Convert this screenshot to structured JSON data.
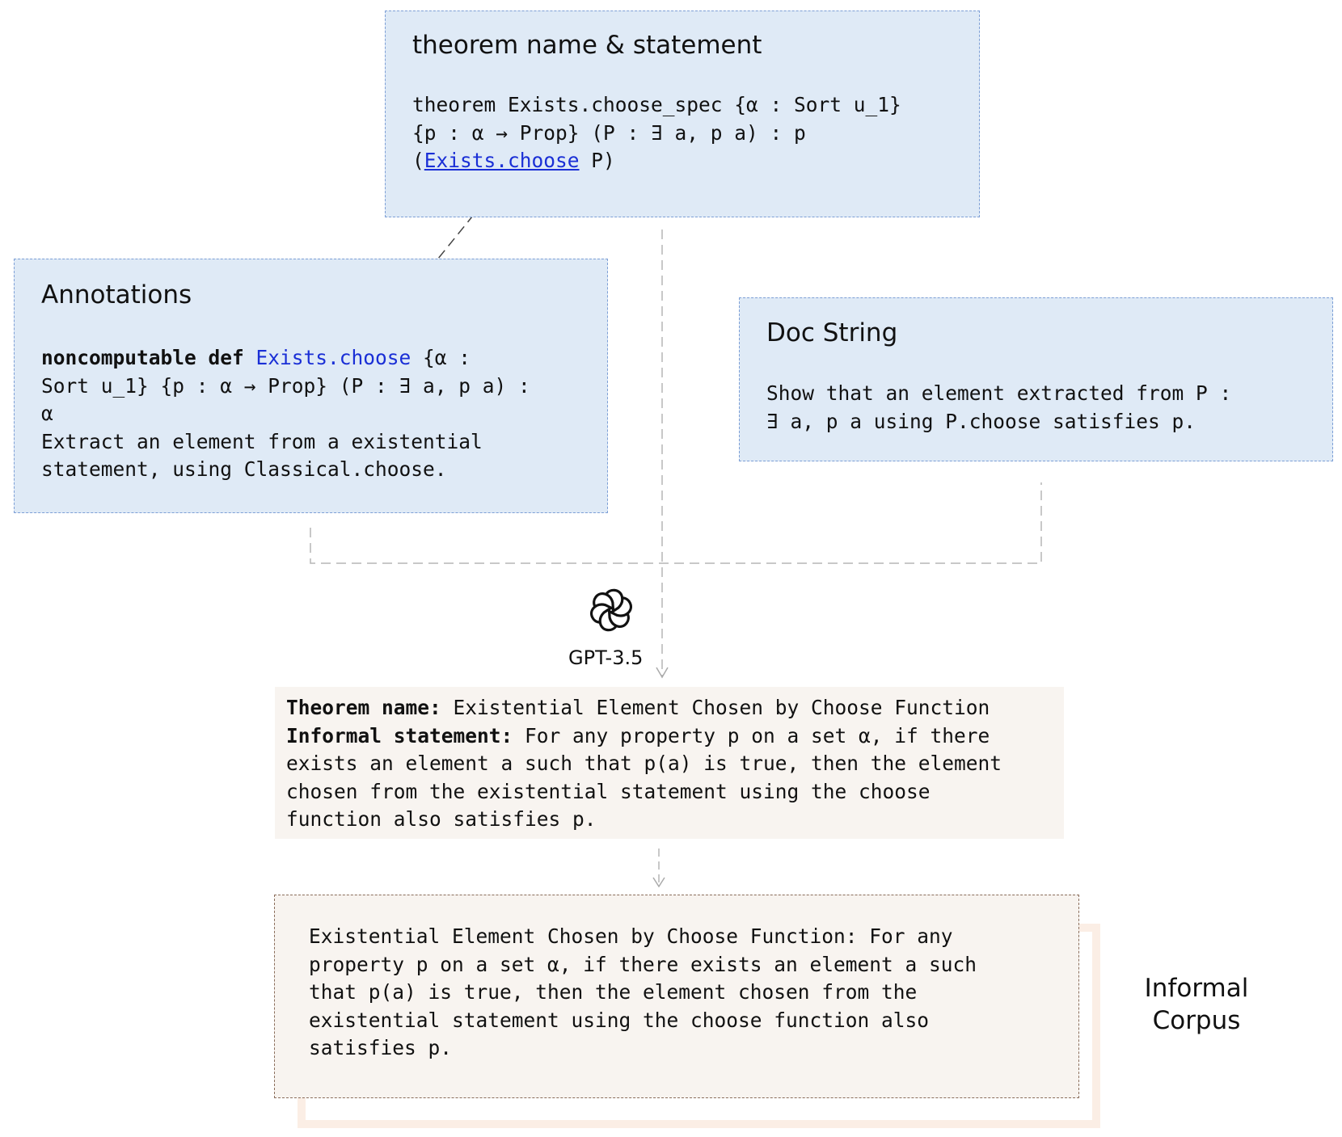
{
  "theorem": {
    "title": "theorem name & statement",
    "line1": "theorem Exists.choose_spec {α : Sort u_1}",
    "line2": "{p : α → Prop} (P : ∃ a, p a) : p",
    "line3_open": "(",
    "line3_link": "Exists.choose",
    "line3_close": " P)"
  },
  "annotations": {
    "title": "Annotations",
    "kw": "noncomputable def",
    "name": "Exists.choose",
    "sig1_rest": " {α :",
    "sig2": "Sort u_1} {p : α → Prop} (P : ∃ a, p a) :",
    "sig3": "α",
    "desc1": "Extract an element from a existential",
    "desc2": "statement, using Classical.choose."
  },
  "docstring": {
    "title": "Doc String",
    "line1": "Show that an element extracted from P :",
    "line2": "∃ a, p a using P.choose satisfies p."
  },
  "model": {
    "label": "GPT-3.5",
    "icon": "openai-logo-icon"
  },
  "output": {
    "name_label": "Theorem name:",
    "name_value": " Existential Element Chosen by Choose Function",
    "stmt_label": "Informal statement:",
    "stmt_value1": " For any property p on a set α, if there",
    "stmt_value2": "exists an element a such that p(a) is true, then the element",
    "stmt_value3": "chosen from the existential statement using the choose",
    "stmt_value4": "function also satisfies p."
  },
  "corpus": {
    "line1": "Existential Element Chosen by Choose Function: For any",
    "line2": "property p on a set α, if there exists an element a such",
    "line3": "that p(a) is true, then the element chosen from the",
    "line4": "existential statement using the choose function also",
    "line5": "satisfies p.",
    "label1": "Informal",
    "label2": "Corpus"
  },
  "colors": {
    "box_fill": "#dfeaf6",
    "box_border": "#7d9fd6",
    "output_fill": "#f8f4f0",
    "link": "#1a2fd6"
  }
}
